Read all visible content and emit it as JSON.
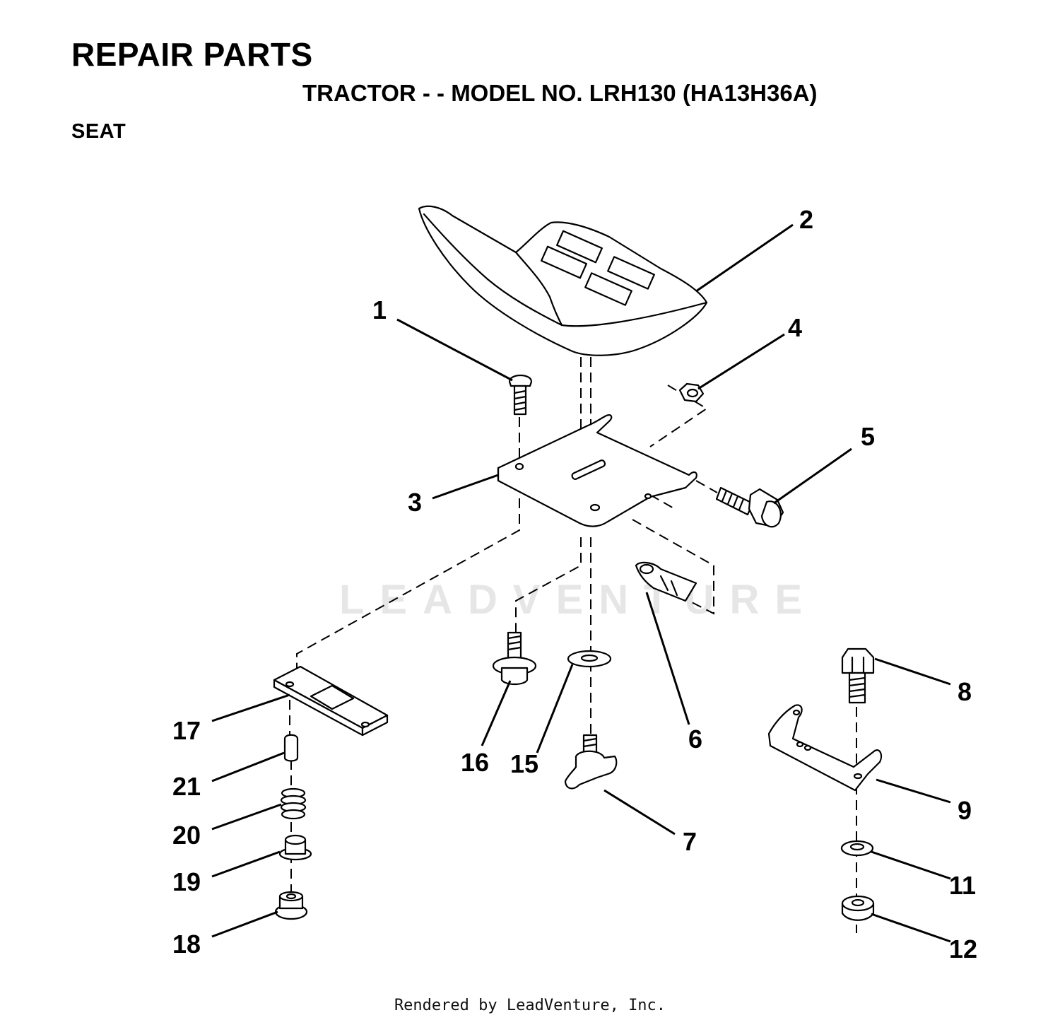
{
  "header": {
    "title": "REPAIR PARTS",
    "subtitle": "TRACTOR - - MODEL NO. LRH130 (HA13H36A)",
    "section": "SEAT"
  },
  "watermark": "LEADVENTURE",
  "footer": "Rendered by LeadVenture, Inc.",
  "callouts": [
    "1",
    "2",
    "3",
    "4",
    "5",
    "6",
    "7",
    "8",
    "9",
    "11",
    "12",
    "15",
    "16",
    "17",
    "18",
    "19",
    "20",
    "21"
  ]
}
